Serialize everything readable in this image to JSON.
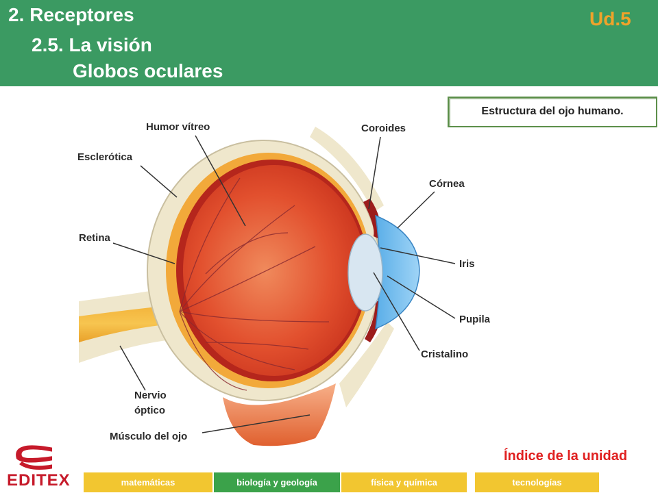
{
  "header": {
    "title": "2. Receptores",
    "subtitle": "2.5. La visión",
    "subsubtitle": "Globos oculares",
    "unit": "Ud.5",
    "bg_color": "#3b9a62",
    "unit_color": "#f0a32a"
  },
  "caption": "Estructura del ojo humano.",
  "diagram": {
    "labels": {
      "humor_vitreo": "Humor vítreo",
      "coroides": "Coroides",
      "esclerotica": "Esclerótica",
      "cornea": "Córnea",
      "retina": "Retina",
      "iris": "Iris",
      "pupila": "Pupila",
      "cristalino": "Cristalino",
      "nervio_1": "Nervio",
      "nervio_2": "óptico",
      "musculo": "Músculo del ojo"
    }
  },
  "index_link": "Índice de la unidad",
  "logo": {
    "text": "EDITEX",
    "color": "#c61a2a"
  },
  "nav": {
    "matematicas": "matemáticas",
    "biologia": "biología y geología",
    "fisica": "física y química",
    "tecnologias": "tecnologías"
  }
}
